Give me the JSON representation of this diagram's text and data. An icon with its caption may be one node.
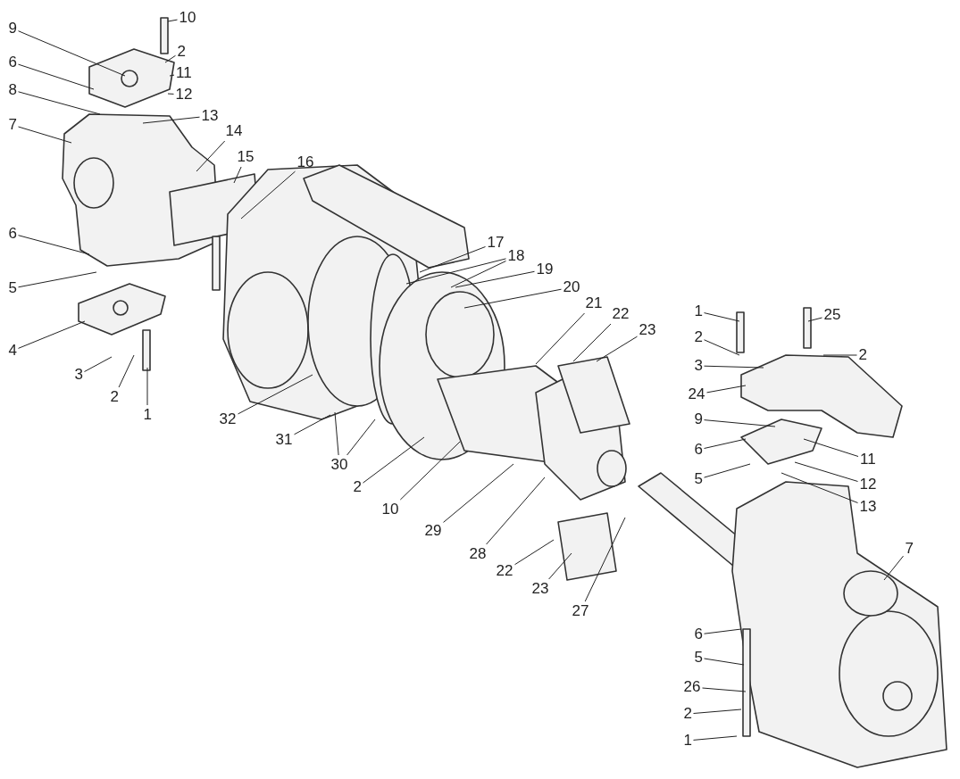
{
  "diagram": {
    "nodes": [
      {
        "text": [
          "9"
        ]
      },
      {
        "text": [
          "10"
        ]
      },
      {
        "text": [
          "2"
        ]
      },
      {
        "text": [
          "6"
        ]
      },
      {
        "text": [
          "11"
        ]
      },
      {
        "text": [
          "8"
        ]
      },
      {
        "text": [
          "12"
        ]
      },
      {
        "text": [
          "13"
        ]
      },
      {
        "text": [
          "7"
        ]
      },
      {
        "text": [
          "14"
        ]
      },
      {
        "text": [
          "15"
        ]
      },
      {
        "text": [
          "16"
        ]
      },
      {
        "text": [
          "6"
        ]
      },
      {
        "text": [
          "17"
        ]
      },
      {
        "text": [
          "18"
        ]
      },
      {
        "text": [
          "5"
        ]
      },
      {
        "text": [
          "19"
        ]
      },
      {
        "text": [
          "20"
        ]
      },
      {
        "text": [
          "4"
        ]
      },
      {
        "text": [
          "21"
        ]
      },
      {
        "text": [
          "22"
        ]
      },
      {
        "text": [
          "1"
        ]
      },
      {
        "text": [
          "25"
        ]
      },
      {
        "text": [
          "23"
        ]
      },
      {
        "text": [
          "2"
        ]
      },
      {
        "text": [
          "3"
        ]
      },
      {
        "text": [
          "2"
        ]
      },
      {
        "text": [
          "3"
        ]
      },
      {
        "text": [
          "2"
        ]
      },
      {
        "text": [
          "24"
        ]
      },
      {
        "text": [
          "1"
        ]
      },
      {
        "text": [
          "32"
        ]
      },
      {
        "text": [
          "9"
        ]
      },
      {
        "text": [
          "31"
        ]
      },
      {
        "text": [
          "6"
        ]
      },
      {
        "text": [
          "11"
        ]
      },
      {
        "text": [
          "30"
        ]
      },
      {
        "text": [
          "5"
        ]
      },
      {
        "text": [
          "12"
        ]
      },
      {
        "text": [
          "2"
        ]
      },
      {
        "text": [
          "13"
        ]
      },
      {
        "text": [
          "10"
        ]
      },
      {
        "text": [
          "29"
        ]
      },
      {
        "text": [
          "7"
        ]
      },
      {
        "text": [
          "28"
        ]
      },
      {
        "text": [
          "22"
        ]
      },
      {
        "text": [
          "23"
        ]
      },
      {
        "text": [
          "27"
        ]
      },
      {
        "text": [
          "6"
        ]
      },
      {
        "text": [
          "5"
        ]
      },
      {
        "text": [
          "26"
        ]
      },
      {
        "text": [
          "2"
        ]
      },
      {
        "text": [
          "1"
        ]
      }
    ],
    "edges": [
      {
        "from": 0,
        "to": null,
        "arrow": "none"
      },
      {
        "from": 1,
        "to": null,
        "arrow": "none"
      },
      {
        "from": 2,
        "to": null,
        "arrow": "none"
      },
      {
        "from": 3,
        "to": null,
        "arrow": "none"
      },
      {
        "from": 4,
        "to": null,
        "arrow": "none"
      },
      {
        "from": 5,
        "to": null,
        "arrow": "none"
      },
      {
        "from": 6,
        "to": null,
        "arrow": "none"
      },
      {
        "from": 7,
        "to": null,
        "arrow": "none"
      },
      {
        "from": 8,
        "to": null,
        "arrow": "none"
      },
      {
        "from": 9,
        "to": null,
        "arrow": "none"
      },
      {
        "from": 10,
        "to": null,
        "arrow": "none"
      },
      {
        "from": 11,
        "to": null,
        "arrow": "none"
      },
      {
        "from": 12,
        "to": null,
        "arrow": "none"
      },
      {
        "from": 13,
        "to": null,
        "arrow": "none"
      },
      {
        "from": 14,
        "to": null,
        "arrow": "none"
      },
      {
        "from": 14,
        "to": null,
        "arrow": "none"
      },
      {
        "from": 15,
        "to": null,
        "arrow": "none"
      },
      {
        "from": 16,
        "to": null,
        "arrow": "none"
      },
      {
        "from": 17,
        "to": null,
        "arrow": "none"
      },
      {
        "from": 18,
        "to": null,
        "arrow": "none"
      },
      {
        "from": 19,
        "to": null,
        "arrow": "none"
      },
      {
        "from": 20,
        "to": null,
        "arrow": "none"
      },
      {
        "from": 21,
        "to": null,
        "arrow": "none"
      },
      {
        "from": 22,
        "to": null,
        "arrow": "none"
      },
      {
        "from": 23,
        "to": null,
        "arrow": "none"
      },
      {
        "from": 24,
        "to": null,
        "arrow": "none"
      },
      {
        "from": 25,
        "to": null,
        "arrow": "none"
      },
      {
        "from": 26,
        "to": null,
        "arrow": "none"
      },
      {
        "from": 27,
        "to": null,
        "arrow": "none"
      },
      {
        "from": 28,
        "to": null,
        "arrow": "none"
      },
      {
        "from": 29,
        "to": null,
        "arrow": "none"
      },
      {
        "from": 30,
        "to": null,
        "arrow": "none"
      },
      {
        "from": 31,
        "to": null,
        "arrow": "none"
      },
      {
        "from": 32,
        "to": null,
        "arrow": "none"
      },
      {
        "from": 33,
        "to": null,
        "arrow": "none"
      },
      {
        "from": 34,
        "to": null,
        "arrow": "none"
      },
      {
        "from": 35,
        "to": null,
        "arrow": "none"
      },
      {
        "from": 36,
        "to": null,
        "arrow": "none"
      },
      {
        "from": 36,
        "to": null,
        "arrow": "none"
      },
      {
        "from": 37,
        "to": null,
        "arrow": "none"
      },
      {
        "from": 38,
        "to": null,
        "arrow": "none"
      },
      {
        "from": 39,
        "to": null,
        "arrow": "none"
      },
      {
        "from": 40,
        "to": null,
        "arrow": "none"
      },
      {
        "from": 41,
        "to": null,
        "arrow": "none"
      },
      {
        "from": 42,
        "to": null,
        "arrow": "none"
      },
      {
        "from": 43,
        "to": null,
        "arrow": "none"
      },
      {
        "from": 44,
        "to": null,
        "arrow": "none"
      },
      {
        "from": 45,
        "to": null,
        "arrow": "none"
      },
      {
        "from": 46,
        "to": null,
        "arrow": "none"
      },
      {
        "from": 47,
        "to": null,
        "arrow": "none"
      },
      {
        "from": 48,
        "to": null,
        "arrow": "none"
      },
      {
        "from": 49,
        "to": null,
        "arrow": "none"
      },
      {
        "from": 50,
        "to": null,
        "arrow": "none"
      },
      {
        "from": 51,
        "to": null,
        "arrow": "none"
      },
      {
        "from": 52,
        "to": null,
        "arrow": "none"
      }
    ]
  }
}
